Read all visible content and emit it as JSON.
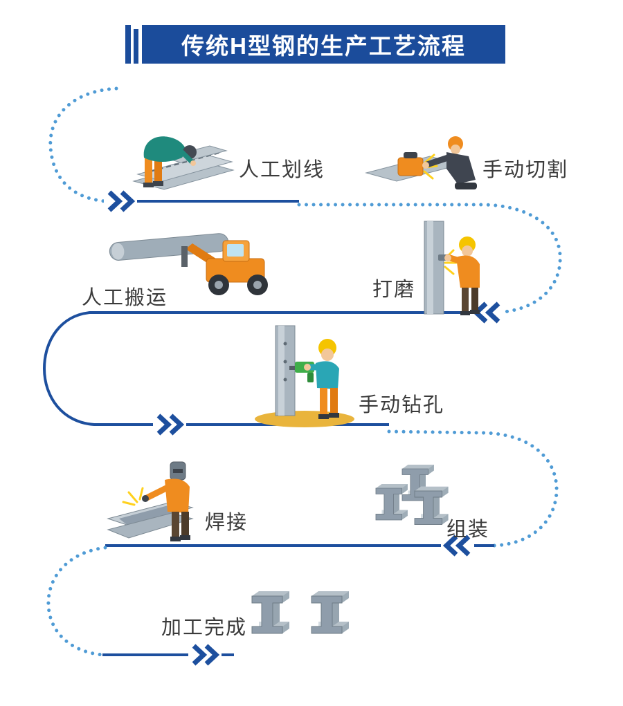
{
  "title": "传统H型钢的生产工艺流程",
  "colors": {
    "banner": "#1b4c9b",
    "line_solid": "#1d4f9e",
    "line_dotted": "#4f9bd5"
  },
  "steps": [
    {
      "id": "manual-marking",
      "label": "人工划线"
    },
    {
      "id": "manual-cutting",
      "label": "手动切割"
    },
    {
      "id": "grinding",
      "label": "打磨"
    },
    {
      "id": "manual-handling",
      "label": "人工搬运"
    },
    {
      "id": "manual-drilling",
      "label": "手动钻孔"
    },
    {
      "id": "assembly",
      "label": "组装"
    },
    {
      "id": "welding",
      "label": "焊接"
    },
    {
      "id": "finished",
      "label": "加工完成"
    }
  ]
}
